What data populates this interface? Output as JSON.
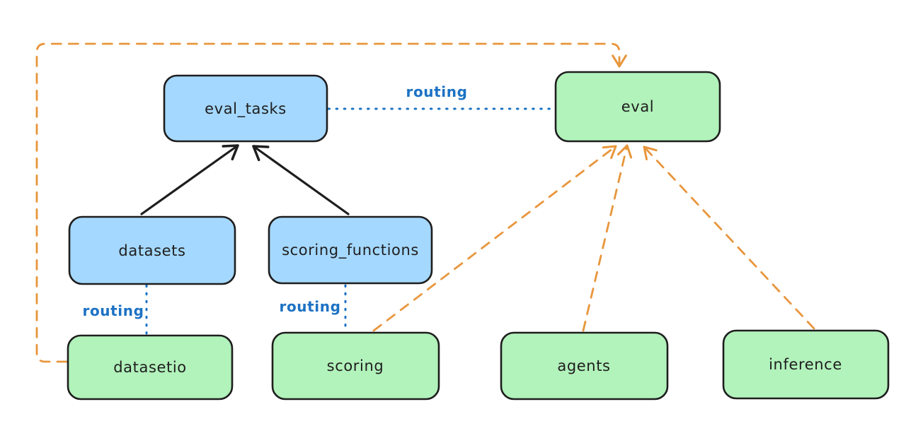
{
  "diagram": {
    "background": "#ffffff",
    "colors": {
      "api_fill": "#a5d8ff",
      "provider_fill": "#b2f2bb",
      "node_stroke": "#1e1e1e",
      "text": "#1e1e1e",
      "routing_blue": "#1c72c4",
      "arrow_black": "#1e1e1e",
      "arrow_orange": "#e8963c"
    },
    "nodes": {
      "eval_tasks": {
        "label": "eval_tasks"
      },
      "eval": {
        "label": "eval"
      },
      "datasets": {
        "label": "datasets"
      },
      "scoring_functions": {
        "label": "scoring_functions"
      },
      "datasetio": {
        "label": "datasetio"
      },
      "scoring": {
        "label": "scoring"
      },
      "agents": {
        "label": "agents"
      },
      "inference": {
        "label": "inference"
      }
    },
    "edge_labels": {
      "eval_tasks_to_eval": "routing",
      "datasets_to_datasetio": "routing",
      "scoring_functions_to_scoring": "routing"
    }
  }
}
